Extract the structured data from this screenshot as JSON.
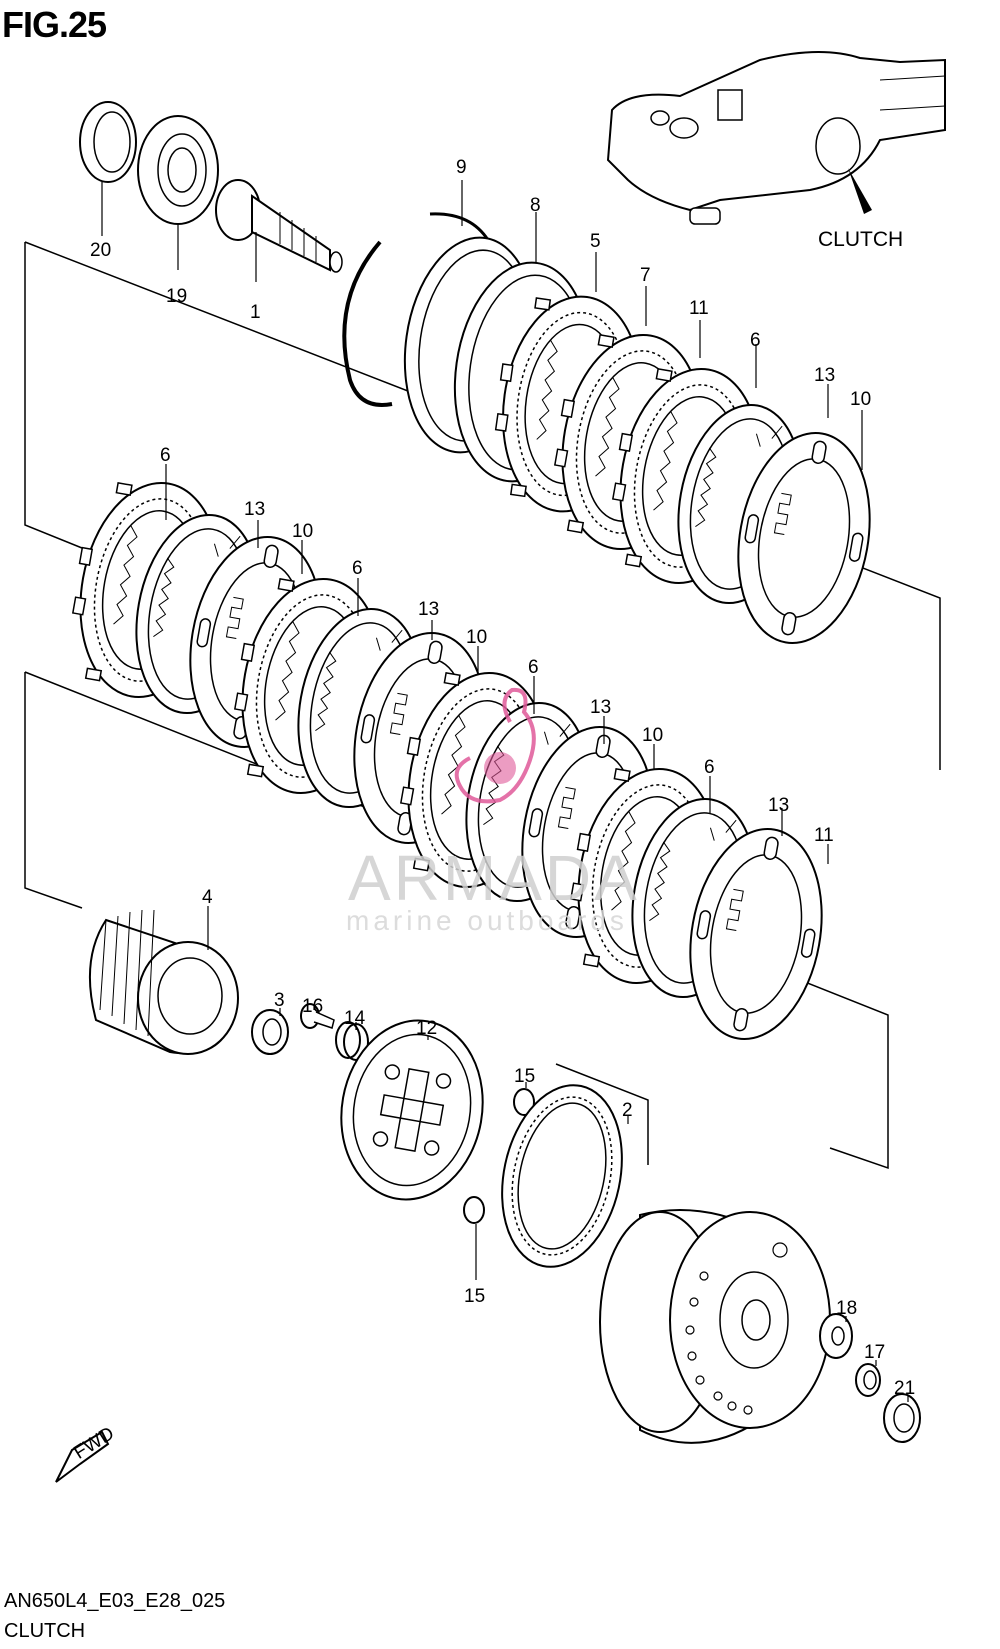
{
  "figure": {
    "title": "FIG.25",
    "code": "AN650L4_E03_E28_025",
    "name": "CLUTCH"
  },
  "watermark": {
    "brand": "ARMADA",
    "tagline": "marine outboards",
    "color": "#e05a9a"
  },
  "annotations": {
    "clutch_location": "CLUTCH",
    "fwd_arrow": "FWD"
  },
  "callouts": [
    {
      "id": "c20",
      "label": "20"
    },
    {
      "id": "c19",
      "label": "19"
    },
    {
      "id": "c1",
      "label": "1"
    },
    {
      "id": "c9",
      "label": "9"
    },
    {
      "id": "c8",
      "label": "8"
    },
    {
      "id": "c5",
      "label": "5"
    },
    {
      "id": "c7",
      "label": "7"
    },
    {
      "id": "c11a",
      "label": "11"
    },
    {
      "id": "c6a",
      "label": "6"
    },
    {
      "id": "c13a",
      "label": "13"
    },
    {
      "id": "c10a",
      "label": "10"
    },
    {
      "id": "c6b",
      "label": "6"
    },
    {
      "id": "c13b",
      "label": "13"
    },
    {
      "id": "c10b",
      "label": "10"
    },
    {
      "id": "c6c",
      "label": "6"
    },
    {
      "id": "c13c",
      "label": "13"
    },
    {
      "id": "c10c",
      "label": "10"
    },
    {
      "id": "c6d",
      "label": "6"
    },
    {
      "id": "c13d",
      "label": "13"
    },
    {
      "id": "c10d",
      "label": "10"
    },
    {
      "id": "c6e",
      "label": "6"
    },
    {
      "id": "c13e",
      "label": "13"
    },
    {
      "id": "c11b",
      "label": "11"
    },
    {
      "id": "c4",
      "label": "4"
    },
    {
      "id": "c3",
      "label": "3"
    },
    {
      "id": "c16",
      "label": "16"
    },
    {
      "id": "c14",
      "label": "14"
    },
    {
      "id": "c12",
      "label": "12"
    },
    {
      "id": "c15a",
      "label": "15"
    },
    {
      "id": "c2",
      "label": "2"
    },
    {
      "id": "c15b",
      "label": "15"
    },
    {
      "id": "c18",
      "label": "18"
    },
    {
      "id": "c17",
      "label": "17"
    },
    {
      "id": "c21",
      "label": "21"
    }
  ]
}
